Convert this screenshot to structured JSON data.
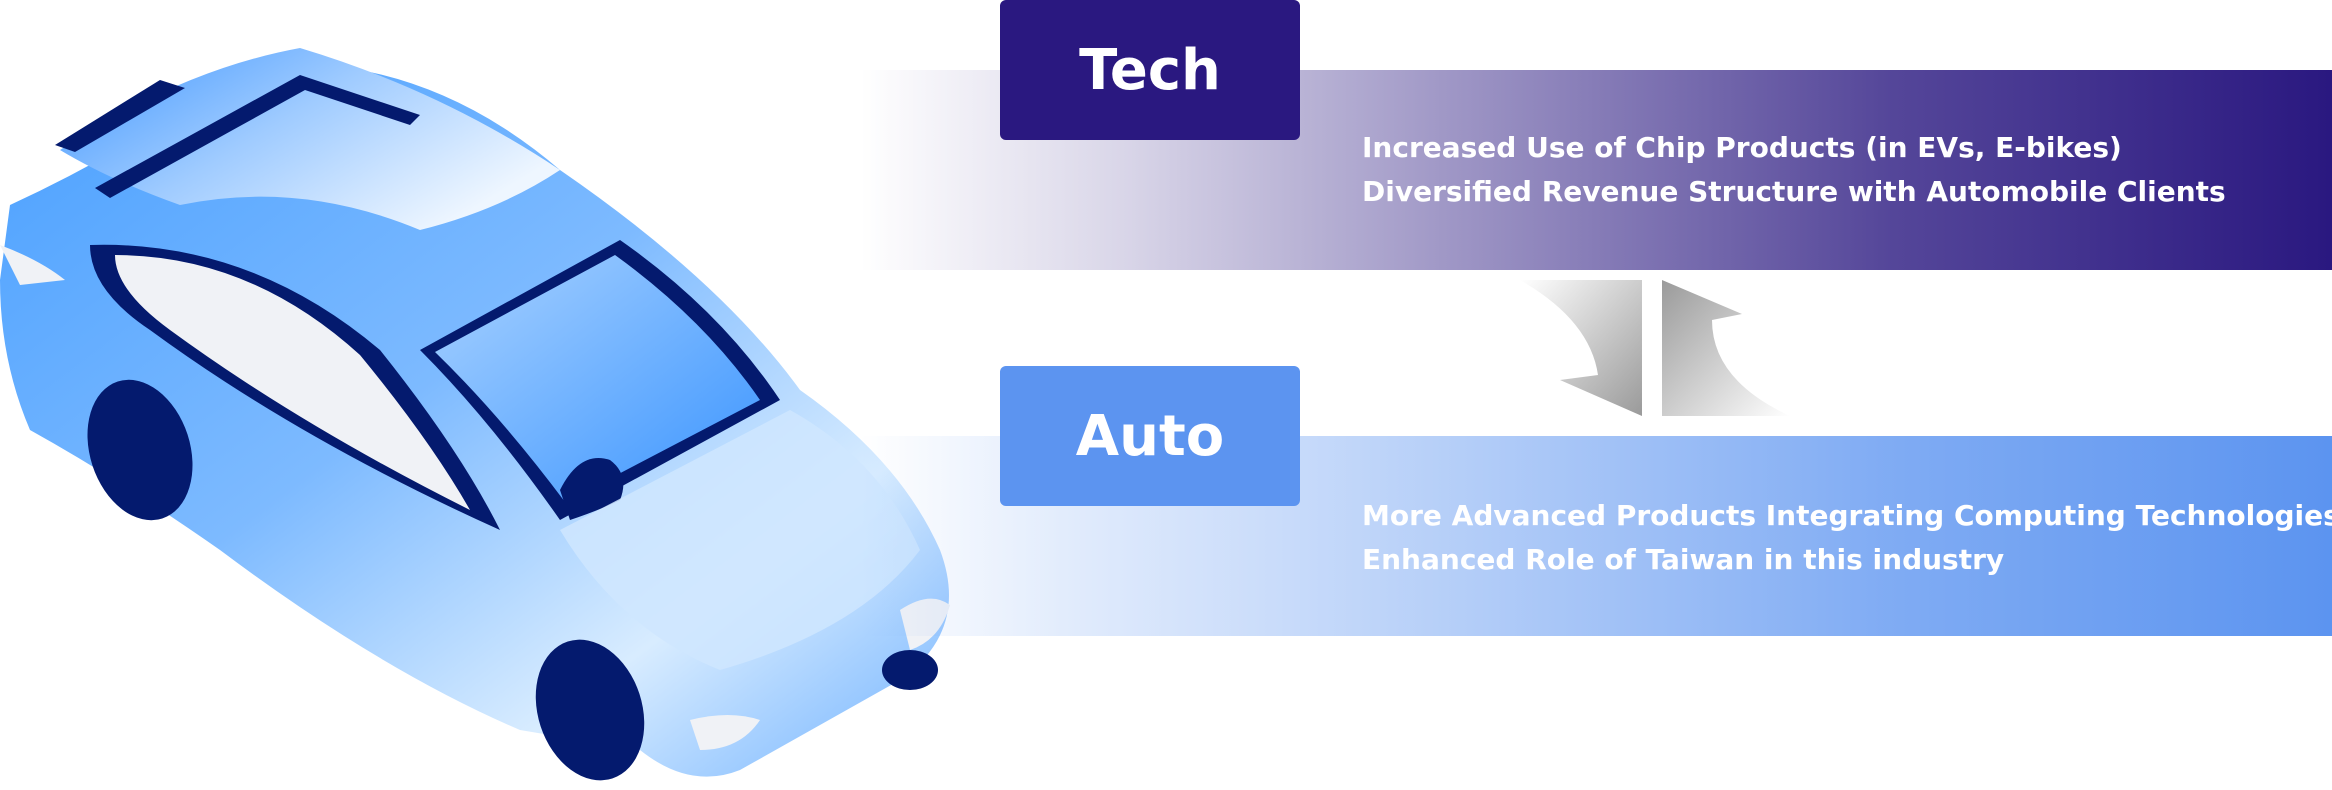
{
  "tech": {
    "label": "Tech",
    "line1": "Increased Use of Chip Products (in EVs, E-bikes)",
    "line2": "Diversified Revenue Structure with Automobile Clients",
    "color": "#2a1880"
  },
  "auto": {
    "label": "Auto",
    "line1": "More Advanced Products Integrating Computing Technologies",
    "line2": "Enhanced Role of Taiwan in this industry",
    "color": "#5c94f0"
  },
  "icons": {
    "car": "car-illustration",
    "exchange": "exchange-arrows-icon"
  }
}
